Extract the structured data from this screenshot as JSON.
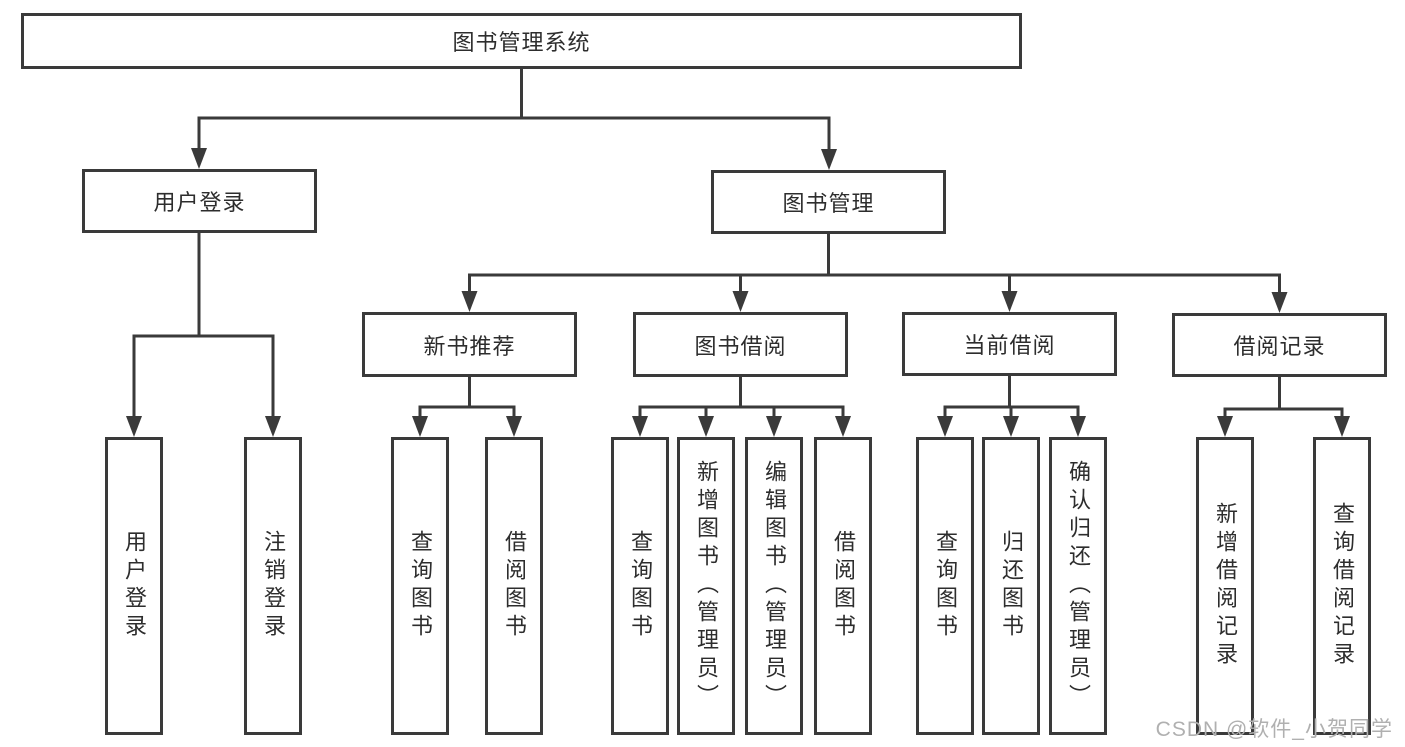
{
  "diagram": {
    "root": {
      "label": "图书管理系统",
      "children": [
        {
          "label": "用户登录",
          "children": [
            {
              "label": "用户登录"
            },
            {
              "label": "注销登录"
            }
          ]
        },
        {
          "label": "图书管理",
          "children": [
            {
              "label": "新书推荐",
              "children": [
                {
                  "label": "查询图书"
                },
                {
                  "label": "借阅图书"
                }
              ]
            },
            {
              "label": "图书借阅",
              "children": [
                {
                  "label": "查询图书"
                },
                {
                  "label": "新增图书（管理员）"
                },
                {
                  "label": "编辑图书（管理员）"
                },
                {
                  "label": "借阅图书"
                }
              ]
            },
            {
              "label": "当前借阅",
              "children": [
                {
                  "label": "查询图书"
                },
                {
                  "label": "归还图书"
                },
                {
                  "label": "确认归还（管理员）"
                }
              ]
            },
            {
              "label": "借阅记录",
              "children": [
                {
                  "label": "新增借阅记录"
                },
                {
                  "label": "查询借阅记录"
                }
              ]
            }
          ]
        }
      ]
    }
  },
  "watermark": {
    "text": "CSDN @软件_小贺同学"
  },
  "colors": {
    "line": "#3a3a3a",
    "text": "#2d2d2d",
    "watermark": "#b0b0b0",
    "background": "#ffffff"
  }
}
